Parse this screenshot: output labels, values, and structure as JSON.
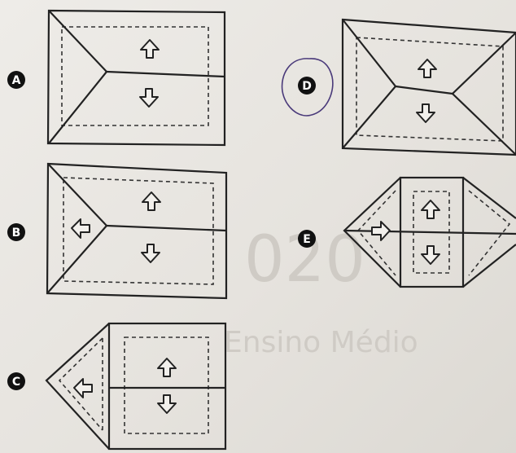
{
  "options": [
    {
      "letter": "A"
    },
    {
      "letter": "B"
    },
    {
      "letter": "C"
    },
    {
      "letter": "D",
      "circled": true
    },
    {
      "letter": "E"
    }
  ],
  "background_text": {
    "large": "020",
    "small": "Ensino Médio"
  }
}
